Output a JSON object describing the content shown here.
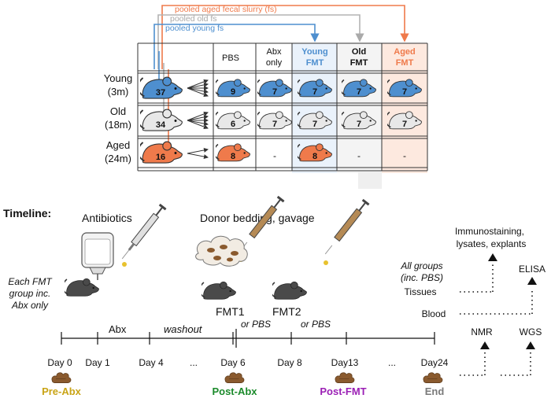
{
  "pools": {
    "aged": "pooled aged fecal slurry (fs)",
    "old": "pooled old fs",
    "young": "pooled young fs"
  },
  "columns": {
    "pbs": "PBS",
    "abx_1": "Abx",
    "abx_2": "only",
    "young_1": "Young",
    "young_2": "FMT",
    "old_1": "Old",
    "old_2": "FMT",
    "aged_1": "Aged",
    "aged_2": "FMT"
  },
  "rows": {
    "young_1": "Young",
    "young_2": "(3m)",
    "old_1": "Old",
    "old_2": "(18m)",
    "aged_1": "Aged",
    "aged_2": "(24m)"
  },
  "counts": {
    "young_total": "37",
    "young_pbs": "9",
    "young_abx": "7",
    "young_yfmt": "7",
    "young_ofmt": "7",
    "young_afmt": "7",
    "old_total": "34",
    "old_pbs": "6",
    "old_abx": "7",
    "old_yfmt": "7",
    "old_ofmt": "7",
    "old_afmt": "7",
    "aged_total": "16",
    "aged_pbs": "8",
    "aged_abx": "-",
    "aged_yfmt": "8",
    "aged_ofmt": "-",
    "aged_afmt": "-"
  },
  "timeline": {
    "heading": "Timeline:",
    "antibiotics": "Antibiotics",
    "donor": "Donor bedding, gavage",
    "each_1": "Each FMT",
    "each_2": "group inc.",
    "each_3": "Abx only",
    "fmt1": "FMT1",
    "fmt2": "FMT2",
    "or_pbs_1": "or PBS",
    "or_pbs_2": "or PBS",
    "abx": "Abx",
    "washout": "washout",
    "ellipsis_1": "...",
    "ellipsis_2": "...",
    "days": {
      "d0": "Day 0",
      "d1": "Day 1",
      "d4": "Day 4",
      "d6": "Day 6",
      "d8": "Day 8",
      "d13": "Day13",
      "d24": "Day24"
    },
    "all_1": "All groups",
    "all_2": "(inc. PBS)",
    "tissues": "Tissues",
    "blood": "Blood",
    "stages": {
      "pre": "Pre-Abx",
      "post_abx": "Post-Abx",
      "post_fmt": "Post-FMT",
      "end": "End"
    }
  },
  "assays": {
    "immuno_1": "Immunostaining,",
    "immuno_2": "lysates, explants",
    "elisa": "ELISA",
    "nmr": "NMR",
    "wgs": "WGS"
  },
  "colors": {
    "young": "#4e8fcf",
    "old": "#e8e8e8",
    "aged": "#ef7a4b",
    "pre": "#c9a416",
    "post_abx": "#1b8a2b",
    "post_fmt": "#9b1fb5",
    "end": "#7a7a7a",
    "poop": "#8a5a2e"
  }
}
